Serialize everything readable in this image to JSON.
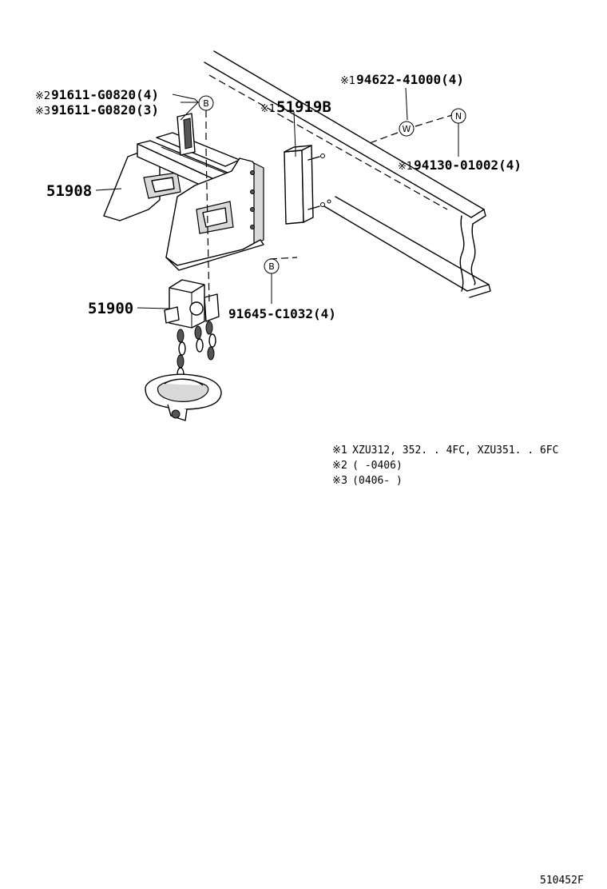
{
  "callouts": {
    "c1": {
      "mark": "※2",
      "part": "91611-G0820(4)"
    },
    "c2": {
      "mark": "※3",
      "part": "91611-G0820(3)"
    },
    "c3": {
      "mark": "※1",
      "part": "51919B"
    },
    "c4": {
      "mark": "※1",
      "part": "94622-41000(4)"
    },
    "c5": {
      "mark": "※1",
      "part": "94130-01002(4)"
    },
    "c6": {
      "part": "51908"
    },
    "c7": {
      "part": "51900"
    },
    "c8": {
      "part": "91645-C1032(4)"
    }
  },
  "tags": {
    "b1": "B",
    "b2": "B",
    "w": "W",
    "n": "N"
  },
  "notes": [
    {
      "mark": "※1",
      "text": "XZU312, 352. . 4FC, XZU351. . 6FC"
    },
    {
      "mark": "※2",
      "text": "(       -0406)"
    },
    {
      "mark": "※3",
      "text": "(0406-       )"
    }
  ],
  "illustration_code": "510452F"
}
